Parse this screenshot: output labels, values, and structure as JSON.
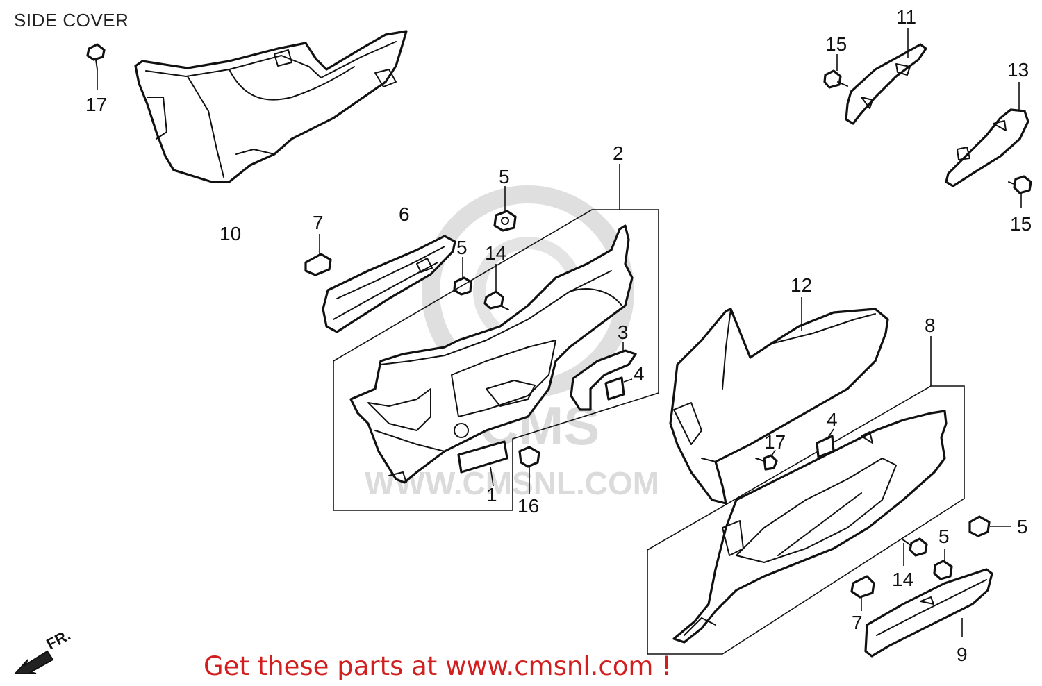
{
  "title": "SIDE COVER",
  "footer": "Get these parts at www.cmsnl.com !",
  "watermark": "WWW.CMSNL.COM",
  "watermark_logo": "CMS",
  "direction_label": "FR.",
  "colors": {
    "footer": "#d11f1f",
    "line": "#111111",
    "watermark": "#d8d8d8"
  },
  "callouts": [
    {
      "id": "c1",
      "label": "1"
    },
    {
      "id": "c2",
      "label": "2"
    },
    {
      "id": "c3",
      "label": "3"
    },
    {
      "id": "c4a",
      "label": "4"
    },
    {
      "id": "c4b",
      "label": "4"
    },
    {
      "id": "c5a",
      "label": "5"
    },
    {
      "id": "c5b",
      "label": "5"
    },
    {
      "id": "c5c",
      "label": "5"
    },
    {
      "id": "c5d",
      "label": "5"
    },
    {
      "id": "c6",
      "label": "6"
    },
    {
      "id": "c7a",
      "label": "7"
    },
    {
      "id": "c7b",
      "label": "7"
    },
    {
      "id": "c8",
      "label": "8"
    },
    {
      "id": "c9",
      "label": "9"
    },
    {
      "id": "c10",
      "label": "10"
    },
    {
      "id": "c11",
      "label": "11"
    },
    {
      "id": "c12",
      "label": "12"
    },
    {
      "id": "c13",
      "label": "13"
    },
    {
      "id": "c14a",
      "label": "14"
    },
    {
      "id": "c14b",
      "label": "14"
    },
    {
      "id": "c15a",
      "label": "15"
    },
    {
      "id": "c15b",
      "label": "15"
    },
    {
      "id": "c16",
      "label": "16"
    },
    {
      "id": "c17a",
      "label": "17"
    },
    {
      "id": "c17b",
      "label": "17"
    }
  ]
}
